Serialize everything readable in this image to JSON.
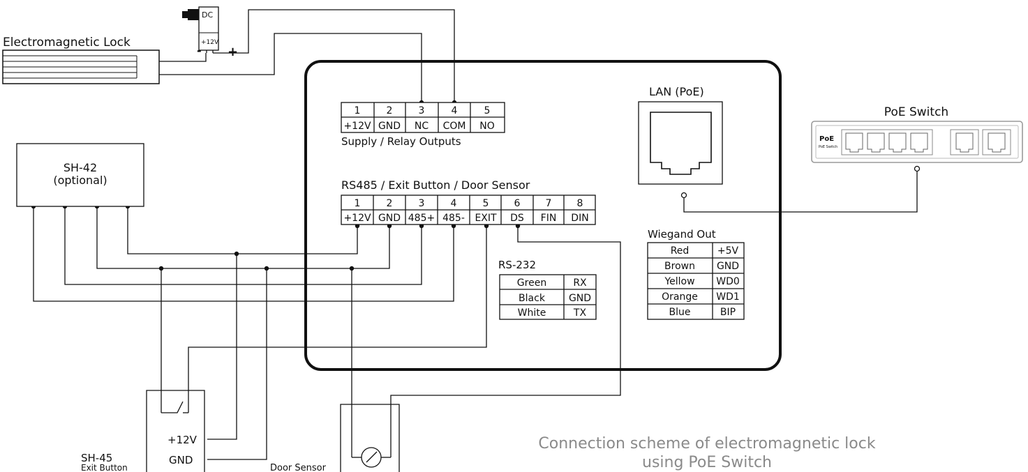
{
  "caption": {
    "line1": "Connection scheme of electromagnetic lock",
    "line2": "using PoE Switch"
  },
  "lock": {
    "label": "Electromagnetic Lock"
  },
  "dc_adapter": {
    "label": "DC",
    "voltage": "+12V",
    "minus": "-",
    "plus": "+"
  },
  "supply_relay": {
    "title": "Supply / Relay Outputs",
    "numbers": [
      "1",
      "2",
      "3",
      "4",
      "5"
    ],
    "labels": [
      "+12V",
      "GND",
      "NC",
      "COM",
      "NO"
    ]
  },
  "rs485": {
    "title": "RS485 / Exit Button / Door Sensor",
    "numbers": [
      "1",
      "2",
      "3",
      "4",
      "5",
      "6",
      "7",
      "8"
    ],
    "labels": [
      "+12V",
      "GND",
      "485+",
      "485-",
      "EXIT",
      "DS",
      "FIN",
      "DIN"
    ]
  },
  "rs232": {
    "title": "RS-232",
    "rows": [
      [
        "Green",
        "RX"
      ],
      [
        "Black",
        "GND"
      ],
      [
        "White",
        "TX"
      ]
    ]
  },
  "wiegand": {
    "title": "Wiegand Out",
    "rows": [
      [
        "Red",
        "+5V"
      ],
      [
        "Brown",
        "GND"
      ],
      [
        "Yellow",
        "WD0"
      ],
      [
        "Orange",
        "WD1"
      ],
      [
        "Blue",
        "BIP"
      ]
    ]
  },
  "lan": {
    "label": "LAN (PoE)"
  },
  "poe_switch": {
    "title": "PoE Switch",
    "logo": "PoE",
    "logo_sub": "PoE Switch"
  },
  "sh42": {
    "name": "SH-42",
    "note": "(optional)"
  },
  "sh45": {
    "name": "SH-45",
    "sub": "Exit Button",
    "pin1": "+12V",
    "pin2": "GND"
  },
  "door_sensor": {
    "label": "Door Sensor"
  },
  "colors": {
    "line": "#111111",
    "caption": "#8a8a8a",
    "switch_border": "#9a9a9a"
  }
}
